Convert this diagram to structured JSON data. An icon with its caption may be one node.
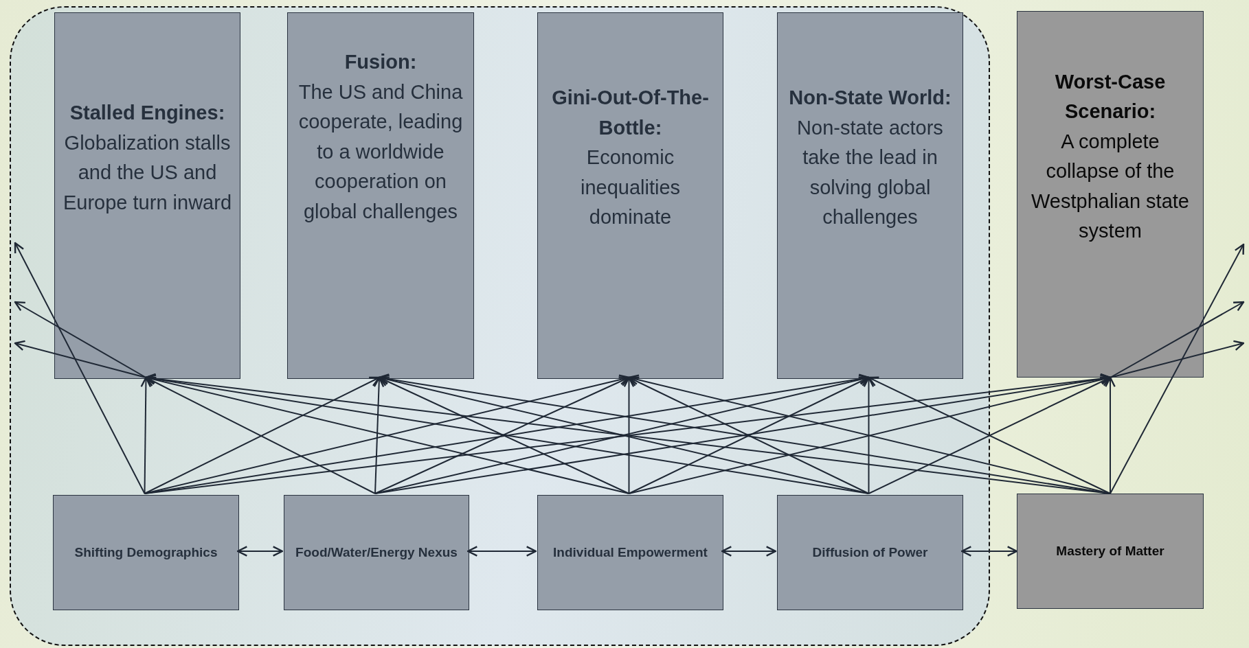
{
  "diagram": {
    "nodes": [
      {
        "text": [],
        "shape": "box"
      },
      {
        "text": [
          "Stalled Engines:",
          "Globalization stalls and the US and Europe turn inward"
        ],
        "in": 0
      },
      {
        "text": [
          "Fusion:",
          "The US and China cooperate, leading to a worldwide cooperation on global challenges"
        ],
        "in": 0
      },
      {
        "text": [
          "Gini-Out-Of-The-Bottle:",
          "Economic inequalities dominate"
        ],
        "in": 0
      },
      {
        "text": [
          "Non-State World:",
          "Non-state actors take the lead in solving global challenges"
        ],
        "in": 0
      },
      {
        "text": [
          "Worst-Case Scenario:",
          "A complete collapse of the Westphalian state system"
        ]
      },
      {
        "text": [
          "Shifting Demographics"
        ],
        "in": 0
      },
      {
        "text": [
          "Food/Water/Energy Nexus"
        ],
        "in": 0
      },
      {
        "text": [
          "Individual Empowerment"
        ],
        "in": 0
      },
      {
        "text": [
          "Diffusion of Power"
        ],
        "in": 0
      },
      {
        "text": [
          "Mastery of Matter"
        ]
      }
    ],
    "edges": [
      {
        "from": 6,
        "to": 1,
        "arrow": "to"
      },
      {
        "from": 6,
        "to": 2,
        "arrow": "to"
      },
      {
        "from": 6,
        "to": 3,
        "arrow": "to"
      },
      {
        "from": 6,
        "to": 4,
        "arrow": "to"
      },
      {
        "from": 6,
        "to": 5,
        "arrow": "to"
      },
      {
        "from": 7,
        "to": 1,
        "arrow": "to"
      },
      {
        "from": 7,
        "to": 2,
        "arrow": "to"
      },
      {
        "from": 7,
        "to": 3,
        "arrow": "to"
      },
      {
        "from": 7,
        "to": 4,
        "arrow": "to"
      },
      {
        "from": 7,
        "to": 5,
        "arrow": "to"
      },
      {
        "from": 8,
        "to": 1,
        "arrow": "to"
      },
      {
        "from": 8,
        "to": 2,
        "arrow": "to"
      },
      {
        "from": 8,
        "to": 3,
        "arrow": "to"
      },
      {
        "from": 8,
        "to": 4,
        "arrow": "to"
      },
      {
        "from": 8,
        "to": 5,
        "arrow": "to"
      },
      {
        "from": 9,
        "to": 1,
        "arrow": "to"
      },
      {
        "from": 9,
        "to": 2,
        "arrow": "to"
      },
      {
        "from": 9,
        "to": 3,
        "arrow": "to"
      },
      {
        "from": 9,
        "to": 4,
        "arrow": "to"
      },
      {
        "from": 9,
        "to": 5,
        "arrow": "to"
      },
      {
        "from": 10,
        "to": 1,
        "arrow": "to"
      },
      {
        "from": 10,
        "to": 2,
        "arrow": "to"
      },
      {
        "from": 10,
        "to": 3,
        "arrow": "to"
      },
      {
        "from": 10,
        "to": 4,
        "arrow": "to"
      },
      {
        "from": 10,
        "to": 5,
        "arrow": "to"
      },
      {
        "from": 6,
        "to": 7,
        "arrow": "both"
      },
      {
        "from": 7,
        "to": 8,
        "arrow": "both"
      },
      {
        "from": 8,
        "to": 9,
        "arrow": "both"
      },
      {
        "from": 9,
        "to": 10,
        "arrow": "both"
      },
      {
        "from": 6,
        "to": null,
        "arrow": "to"
      },
      {
        "from": 1,
        "to": null,
        "arrow": "to"
      },
      {
        "from": 1,
        "to": null,
        "arrow": "to"
      },
      {
        "from": 10,
        "to": null,
        "arrow": "to"
      },
      {
        "from": 5,
        "to": null,
        "arrow": "to"
      },
      {
        "from": 5,
        "to": null,
        "arrow": "to"
      }
    ]
  }
}
